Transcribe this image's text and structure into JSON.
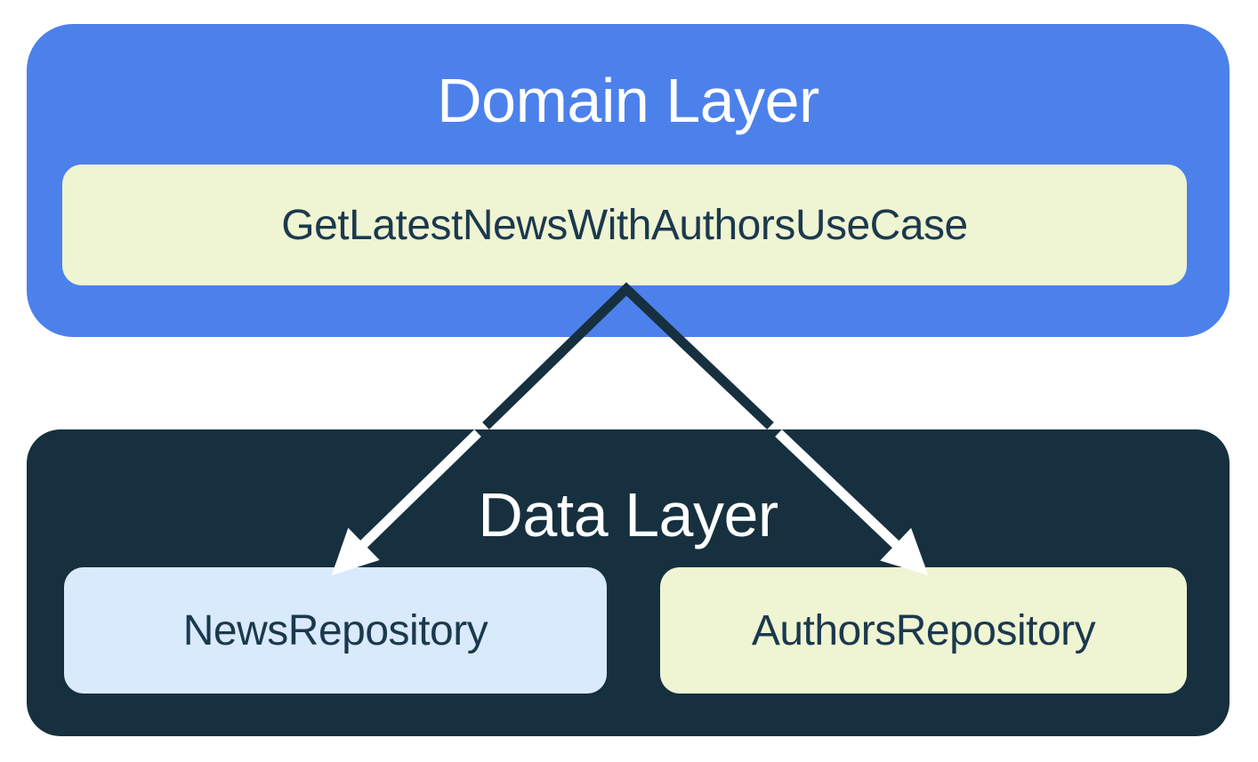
{
  "domain_layer": {
    "title": "Domain Layer",
    "use_case_label": "GetLatestNewsWithAuthorsUseCase"
  },
  "data_layer": {
    "title": "Data Layer",
    "repositories": [
      {
        "label": "NewsRepository"
      },
      {
        "label": "AuthorsRepository"
      }
    ]
  },
  "arrows": [
    {
      "name": "use-case-to-news-repository",
      "from": "GetLatestNewsWithAuthorsUseCase",
      "to": "NewsRepository"
    },
    {
      "name": "use-case-to-authors-repository",
      "from": "GetLatestNewsWithAuthorsUseCase",
      "to": "AuthorsRepository"
    }
  ],
  "colors": {
    "domain_layer_bg": "#4C81EC",
    "data_layer_bg": "#16303F",
    "use_case_bg": "#EFF4D2",
    "news_repository_bg": "#D9EAFC",
    "authors_repository_bg": "#EFF4D2",
    "title_text": "#FFFFFF",
    "label_text": "#1B394E",
    "arrow_on_light_bg": "#16303F",
    "arrow_on_dark_bg": "#FFFFFF"
  }
}
